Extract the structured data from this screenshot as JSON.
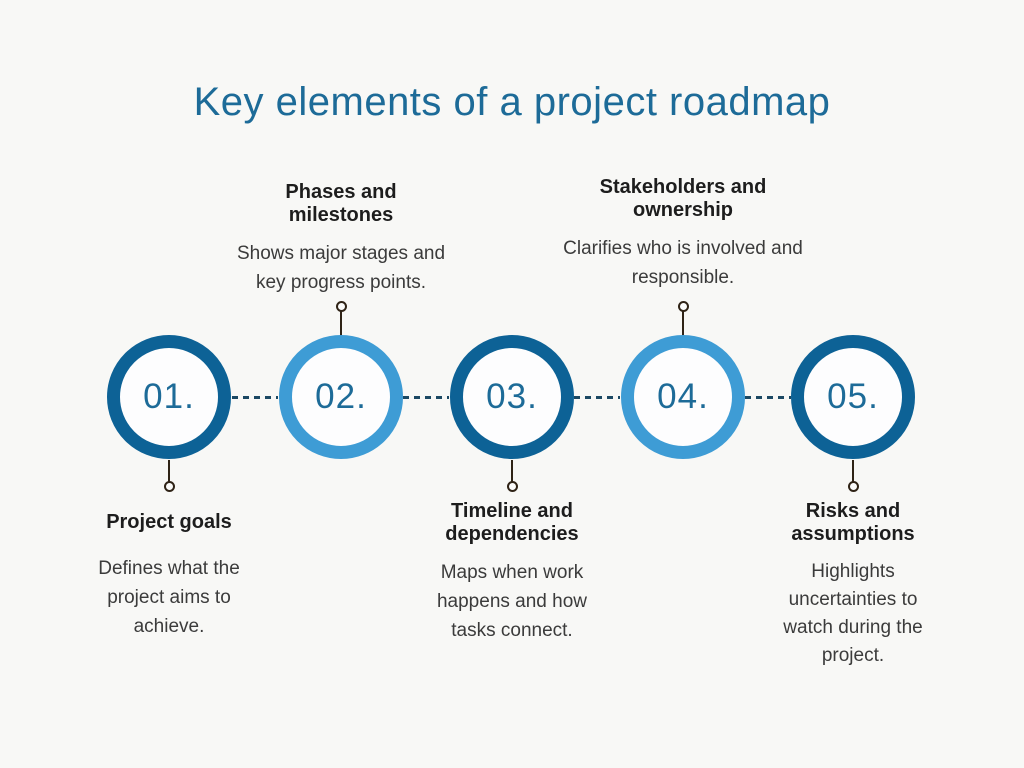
{
  "title": "Key elements of a project roadmap",
  "colors": {
    "title_blue": "#1d6b98",
    "dark_circle_blue": "#0d6296",
    "light_circle_blue": "#3e9cd5",
    "connector_navy": "#1b4863",
    "stem_brown": "#2f2316",
    "heading_text": "#1d1d1d",
    "body_text": "#3b3b3b",
    "background": "#f8f8f6"
  },
  "steps": [
    {
      "number": "01.",
      "heading": "Project goals",
      "description": "Defines what the project aims to achieve.",
      "label_position": "below",
      "circle_style": "dark"
    },
    {
      "number": "02.",
      "heading": "Phases and milestones",
      "description": "Shows major stages and key progress points.",
      "label_position": "above",
      "circle_style": "light"
    },
    {
      "number": "03.",
      "heading": "Timeline and dependencies",
      "description": "Maps when work happens and how tasks connect.",
      "label_position": "below",
      "circle_style": "dark"
    },
    {
      "number": "04.",
      "heading": "Stakeholders and ownership",
      "description": "Clarifies who is involved and responsible.",
      "label_position": "above",
      "circle_style": "light"
    },
    {
      "number": "05.",
      "heading": "Risks and assumptions",
      "description": "Highlights uncertainties to watch during the project.",
      "label_position": "below",
      "circle_style": "dark"
    }
  ]
}
